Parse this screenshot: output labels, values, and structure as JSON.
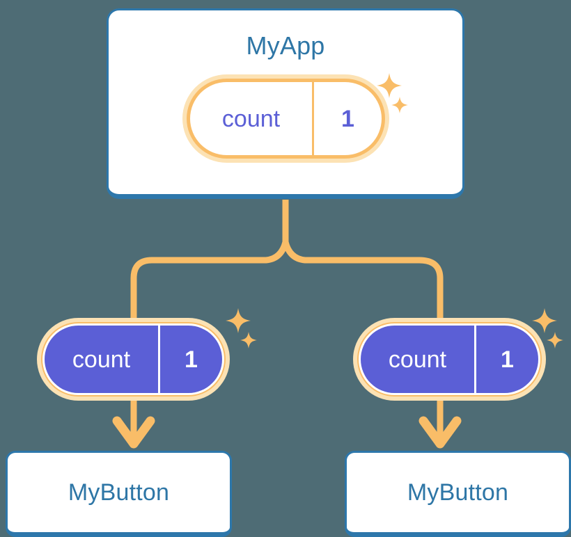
{
  "diagram": {
    "title_hint": "react state propagation tree",
    "background_color": "#4e6c75",
    "accent_orange": "#f9bd68",
    "accent_orange_pale": "#fce2b4",
    "accent_blue": "#2d77ab",
    "accent_purple": "#5b5fd6",
    "card_background": "#ffffff"
  },
  "app_node": {
    "title": "MyApp",
    "state": {
      "key": "count",
      "value": "1"
    },
    "sparkles": [
      "sparkle-large",
      "sparkle-small"
    ]
  },
  "children": [
    {
      "state": {
        "key": "count",
        "value": "1"
      },
      "title": "MyButton",
      "sparkles": [
        "sparkle-large",
        "sparkle-small"
      ]
    },
    {
      "state": {
        "key": "count",
        "value": "1"
      },
      "title": "MyButton",
      "sparkles": [
        "sparkle-large",
        "sparkle-small"
      ]
    }
  ],
  "connectors": {
    "parent_to_split": "vertical-line",
    "split": "y-branch",
    "arrows": [
      "arrow-down-left",
      "arrow-down-right"
    ]
  }
}
